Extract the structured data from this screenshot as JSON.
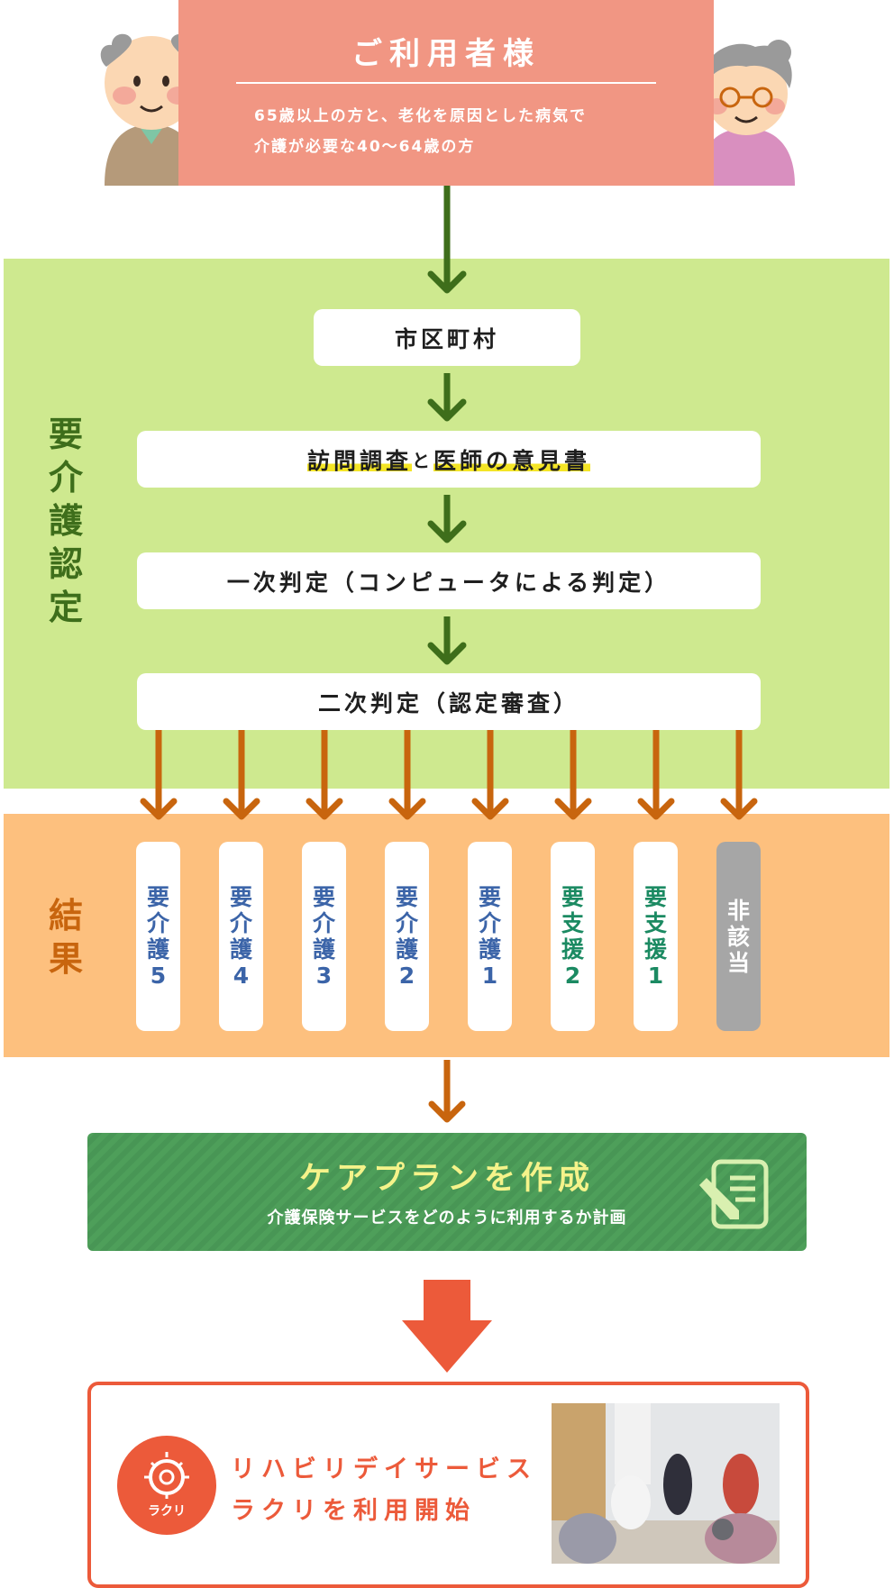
{
  "user": {
    "title": "ご利用者様",
    "desc_line1": "65歳以上の方と、老化を原因とした病気で",
    "desc_line2": "介護が必要な40〜64歳の方"
  },
  "certification_label": "要介護認定",
  "steps": {
    "city": "市区町村",
    "survey_part1": "訪問調査",
    "survey_join": "と",
    "survey_part2": "医師の意見書",
    "first": "一次判定（コンピュータによる判定）",
    "second": "二次判定（認定審査）"
  },
  "result_label": "結果",
  "results": [
    {
      "label": "要介護5",
      "kind": "care"
    },
    {
      "label": "要介護4",
      "kind": "care"
    },
    {
      "label": "要介護3",
      "kind": "care"
    },
    {
      "label": "要介護2",
      "kind": "care"
    },
    {
      "label": "要介護1",
      "kind": "care"
    },
    {
      "label": "要支援2",
      "kind": "support"
    },
    {
      "label": "要支援1",
      "kind": "support"
    },
    {
      "label": "非該当",
      "kind": "none"
    }
  ],
  "care_plan": {
    "title": "ケアプランを作成",
    "subtitle": "介護保険サービスをどのように利用するか計画"
  },
  "final": {
    "logo_text": "ラクリ",
    "line1": "リハビリデイサービス",
    "line2": "ラクリを利用開始"
  },
  "colors": {
    "user_box": "#f19683",
    "cert_band": "#cee98f",
    "result_band": "#fdc07e",
    "green_arrow": "#3e6e1b",
    "orange_arrow": "#c8650e",
    "care_plan": "#4e9f5a",
    "accent": "#ec5a3a"
  }
}
